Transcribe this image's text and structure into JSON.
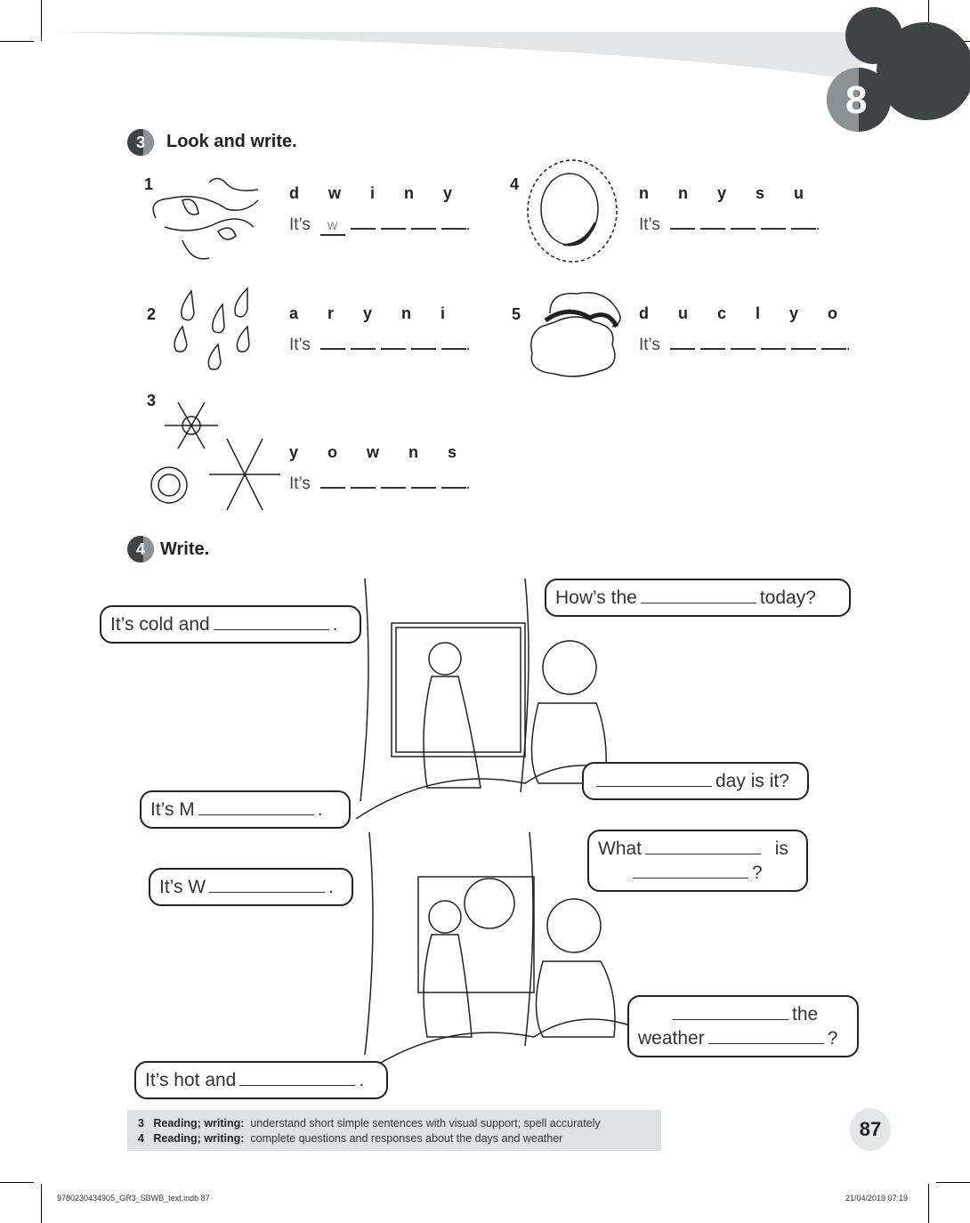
{
  "unit_number": "8",
  "exercise3": {
    "number": "3",
    "title": "Look and write.",
    "items": [
      {
        "num": "1",
        "letters": "d w i n y",
        "prefix": "It’s",
        "given": "w",
        "blanks": 4,
        "icon": "wind-icon"
      },
      {
        "num": "2",
        "letters": "a r y n i",
        "prefix": "It’s",
        "blanks": 5,
        "icon": "rain-icon"
      },
      {
        "num": "3",
        "letters": "y o w n s",
        "prefix": "It’s",
        "blanks": 5,
        "icon": "snow-icon"
      },
      {
        "num": "4",
        "letters": "n n y s u",
        "prefix": "It’s",
        "blanks": 5,
        "icon": "sun-icon"
      },
      {
        "num": "5",
        "letters": "d u c l y o",
        "prefix": "It’s",
        "blanks": 6,
        "icon": "cloud-icon"
      }
    ]
  },
  "exercise4": {
    "number": "4",
    "title": "Write.",
    "bubbles": {
      "hows_pre": "How’s the",
      "hows_post": "today?",
      "cold_pre": "It’s cold and",
      "cold_post": ".",
      "day_post": "day is it?",
      "m_pre": "It’s M",
      "m_post": ".",
      "what_pre": "What",
      "what_mid": "is",
      "what_post": "?",
      "w_pre": "It’s W",
      "w_post": ".",
      "the_post": "the",
      "weather_pre": "weather",
      "weather_post": "?",
      "hot_pre": "It’s hot and",
      "hot_post": "."
    }
  },
  "footer": {
    "notes": [
      {
        "num": "3",
        "label": "Reading; writing:",
        "text": "understand short simple sentences with visual support; spell accurately"
      },
      {
        "num": "4",
        "label": "Reading; writing:",
        "text": "complete questions and responses about the days and weather"
      }
    ],
    "page_number": "87",
    "slug_file": "9780230434905_GR3_SBWB_text.indb   87",
    "slug_date": "21/04/2019   07:19"
  }
}
